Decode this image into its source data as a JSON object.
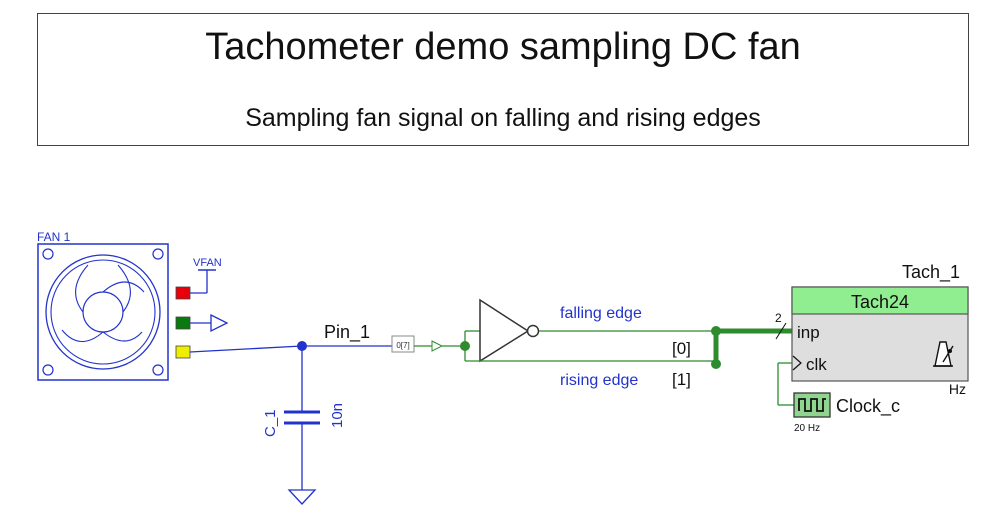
{
  "header": {
    "title": "Tachometer demo sampling DC fan",
    "subtitle": "Sampling fan signal on falling and rising edges"
  },
  "fan": {
    "label": "FAN 1",
    "supply_label": "VFAN"
  },
  "capacitor": {
    "name": "C_1",
    "value": "10n"
  },
  "pin": {
    "name": "Pin_1",
    "bus_tag": "0[7]"
  },
  "signals": {
    "falling": "falling edge",
    "rising": "rising edge",
    "bit0": "[0]",
    "bit1": "[1]",
    "bus_width": "2"
  },
  "tach": {
    "instance": "Tach_1",
    "type": "Tach24",
    "port_inp": "inp",
    "port_clk": "clk",
    "unit": "Hz"
  },
  "clock": {
    "name": "Clock_c",
    "freq": "20 Hz"
  },
  "colors": {
    "wire_blue": "#2233cc",
    "wire_green": "#2e8b2e",
    "tach_header": "#90ee90",
    "tach_body": "#dedede"
  }
}
